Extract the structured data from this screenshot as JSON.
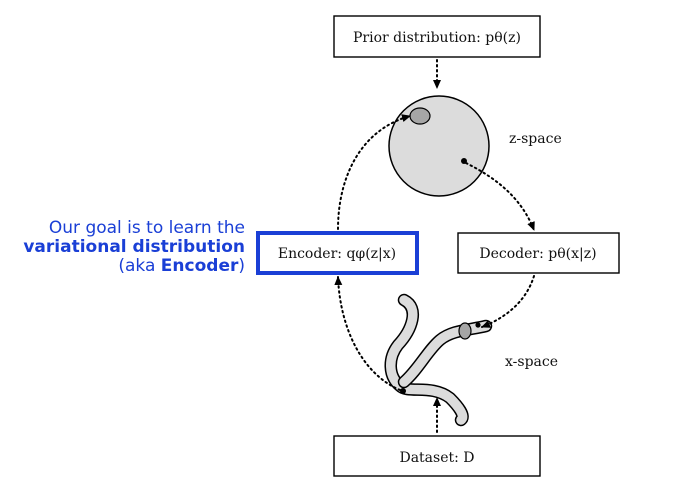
{
  "nodes": {
    "prior": "Prior distribution: pθ(z)",
    "encoder": "Encoder: qφ(z|x)",
    "decoder": "Decoder: pθ(x|z)",
    "dataset": "Dataset: D"
  },
  "spaces": {
    "z_space": "z-space",
    "x_space": "x-space"
  },
  "annotation": {
    "line1": "Our goal is to learn the",
    "line2": "variational distribution",
    "line3_pre": "(aka ",
    "line3_bold": "Encoder",
    "line3_post": ")",
    "color": "#1a3fd6"
  },
  "colors": {
    "highlight": "#1a3fd6",
    "region_fill": "#dcdcdc",
    "blob_fill": "#a6a6a6"
  }
}
